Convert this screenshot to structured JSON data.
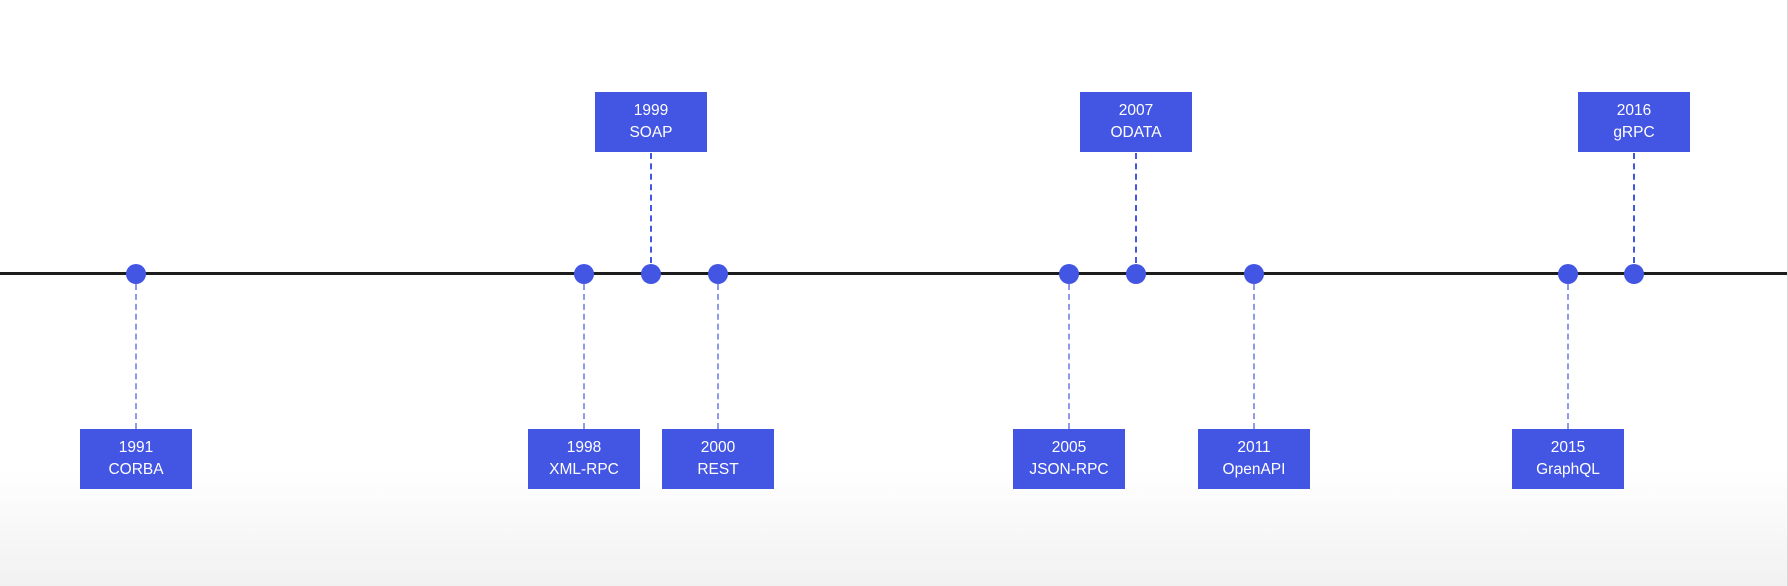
{
  "timeline": {
    "events": [
      {
        "year": "1991",
        "name": "CORBA",
        "side": "below",
        "color": "#4355e3"
      },
      {
        "year": "1998",
        "name": "XML-RPC",
        "side": "below",
        "color": "#4355e3"
      },
      {
        "year": "1999",
        "name": "SOAP",
        "side": "above",
        "color": "#4355e3"
      },
      {
        "year": "2000",
        "name": "REST",
        "side": "below",
        "color": "#4355e3"
      },
      {
        "year": "2005",
        "name": "JSON-RPC",
        "side": "below",
        "color": "#4355e3"
      },
      {
        "year": "2007",
        "name": "ODATA",
        "side": "above",
        "color": "#4355e3"
      },
      {
        "year": "2011",
        "name": "OpenAPI",
        "side": "below",
        "color": "#4355e3"
      },
      {
        "year": "2015",
        "name": "GraphQL",
        "side": "below",
        "color": "#4355e3"
      },
      {
        "year": "2016",
        "name": "gRPC",
        "side": "above",
        "color": "#4355e3"
      }
    ],
    "line_color": "#1c1c1c"
  }
}
